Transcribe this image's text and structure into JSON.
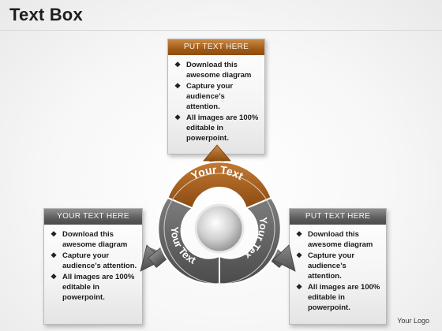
{
  "title": "Text Box",
  "logo_text": "Your Logo",
  "diagram": {
    "segments": [
      {
        "label": "Your Text",
        "color": "#a35c17"
      },
      {
        "label": "Your Tex",
        "color": "#6a6a6a"
      },
      {
        "label": "Your Text",
        "color": "#6a6a6a"
      }
    ]
  },
  "boxes": {
    "top": {
      "header": "PUT TEXT HERE",
      "bullets": [
        "Download this awesome diagram",
        "Capture your audience’s attention.",
        "All images are 100% editable in powerpoint."
      ]
    },
    "left": {
      "header": "YOUR TEXT HERE",
      "bullets": [
        "Download this awesome diagram",
        "Capture your audience’s attention.",
        "All images are 100% editable in powerpoint."
      ]
    },
    "right": {
      "header": "PUT TEXT HERE",
      "bullets": [
        "Download this awesome diagram",
        "Capture your audience’s attention.",
        "All images are 100% editable in powerpoint."
      ]
    }
  },
  "bullet_icon": "diamond-dots-icon"
}
